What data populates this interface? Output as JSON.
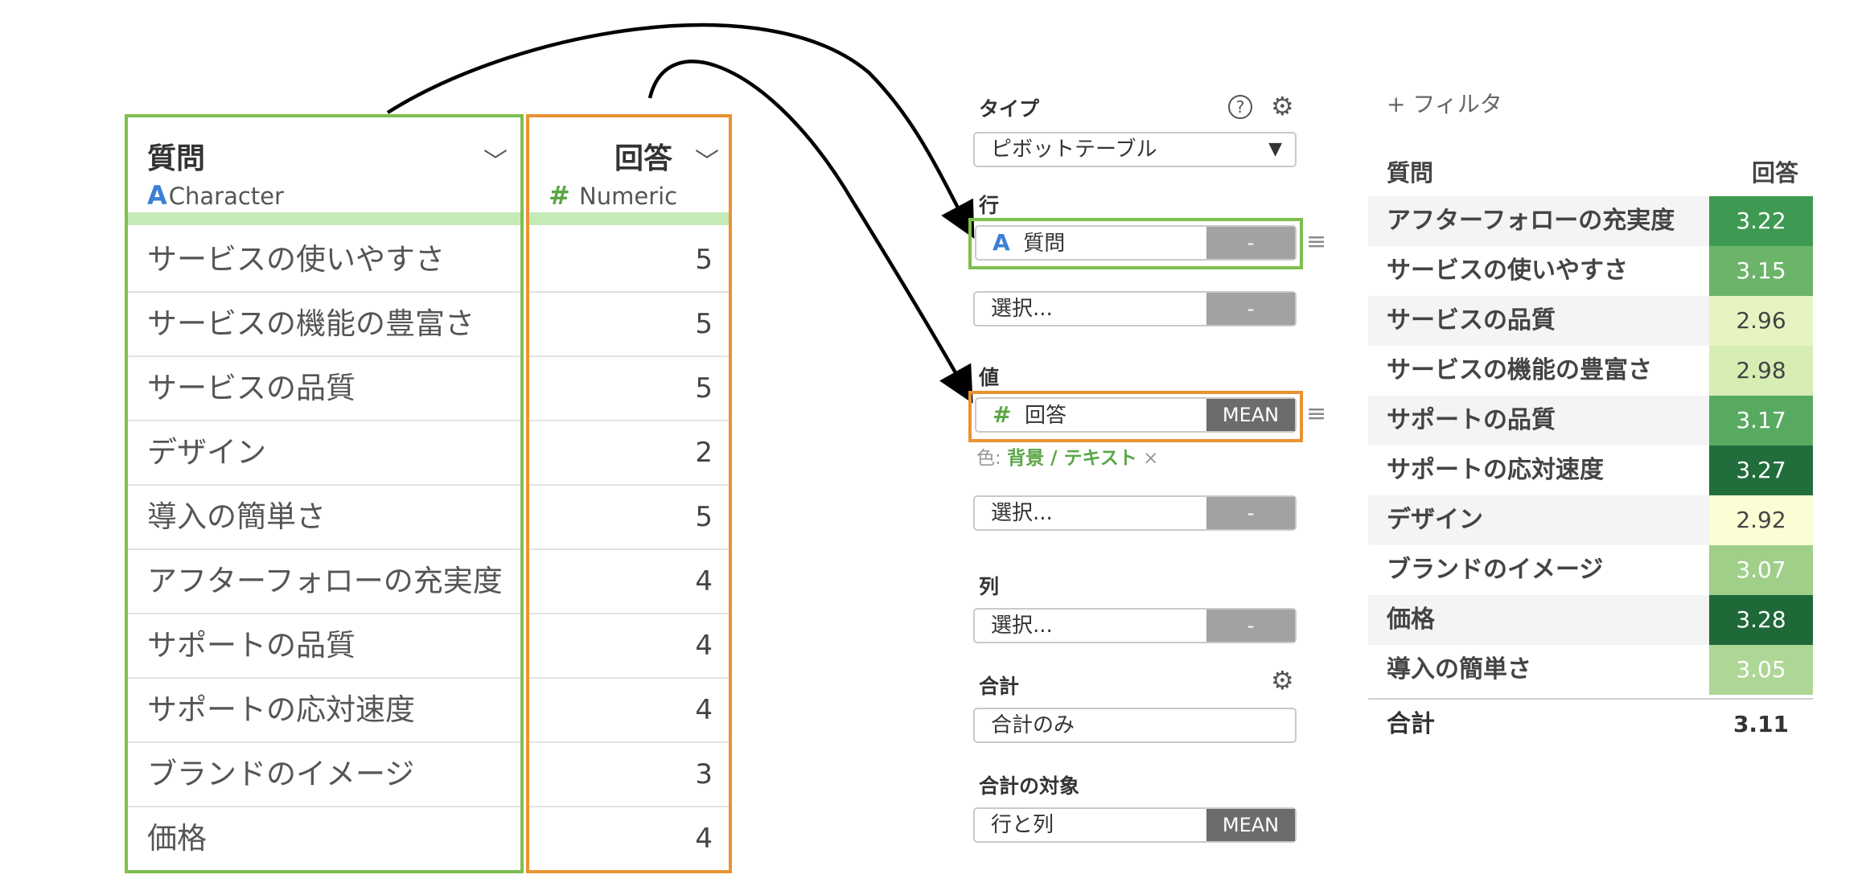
{
  "source_table": {
    "question_column": {
      "title": "質問",
      "type_glyph": "A",
      "type_label": "Character"
    },
    "answer_column": {
      "title": "回答",
      "type_glyph": "#",
      "type_label": "Numeric"
    },
    "rows": [
      {
        "question": "サービスの使いやすさ",
        "answer": "5"
      },
      {
        "question": "サービスの機能の豊富さ",
        "answer": "5"
      },
      {
        "question": "サービスの品質",
        "answer": "5"
      },
      {
        "question": "デザイン",
        "answer": "2"
      },
      {
        "question": "導入の簡単さ",
        "answer": "5"
      },
      {
        "question": "アフターフォローの充実度",
        "answer": "4"
      },
      {
        "question": "サポートの品質",
        "answer": "4"
      },
      {
        "question": "サポートの応対速度",
        "answer": "4"
      },
      {
        "question": "ブランドのイメージ",
        "answer": "3"
      },
      {
        "question": "価格",
        "answer": "4"
      }
    ],
    "chevron": "﹀"
  },
  "settings": {
    "type_label": "タイプ",
    "help_icon": "?",
    "type_value": "ピボットテーブル",
    "rows_label": "行",
    "row_field": {
      "glyph": "A",
      "name": "質問",
      "tag": "-"
    },
    "row_select": {
      "placeholder": "選択...",
      "tag": "-"
    },
    "values_label": "値",
    "value_field": {
      "glyph": "#",
      "name": "回答",
      "tag": "MEAN"
    },
    "color_prefix": "色: ",
    "color_value": "背景 / テキスト",
    "color_remove": "×",
    "value_select": {
      "placeholder": "選択...",
      "tag": "-"
    },
    "columns_label": "列",
    "column_select": {
      "placeholder": "選択...",
      "tag": "-"
    },
    "total_label": "合計",
    "total_value": "合計のみ",
    "total_target_label": "合計の対象",
    "total_target_value": "行と列",
    "total_target_tag": "MEAN"
  },
  "pivot": {
    "filter_label": "+ フィルタ",
    "header_question": "質問",
    "header_answer": "回答",
    "rows": [
      {
        "question": "アフターフォローの充実度",
        "value": "3.22",
        "bg": "#3e9a52",
        "fg": "#ffffff"
      },
      {
        "question": "サービスの使いやすさ",
        "value": "3.15",
        "bg": "#6cb46a",
        "fg": "#ffffff"
      },
      {
        "question": "サービスの品質",
        "value": "2.96",
        "bg": "#e6f4c2",
        "fg": "#444444"
      },
      {
        "question": "サービスの機能の豊富さ",
        "value": "2.98",
        "bg": "#d6edb3",
        "fg": "#444444"
      },
      {
        "question": "サポートの品質",
        "value": "3.17",
        "bg": "#58aa60",
        "fg": "#ffffff"
      },
      {
        "question": "サポートの応対速度",
        "value": "3.27",
        "bg": "#226d3c",
        "fg": "#ffffff"
      },
      {
        "question": "デザイン",
        "value": "2.92",
        "bg": "#fbfdd4",
        "fg": "#444444"
      },
      {
        "question": "ブランドのイメージ",
        "value": "3.07",
        "bg": "#9fcf89",
        "fg": "#ffffff"
      },
      {
        "question": "価格",
        "value": "3.28",
        "bg": "#1f6838",
        "fg": "#ffffff"
      },
      {
        "question": "導入の簡単さ",
        "value": "3.05",
        "bg": "#aed796",
        "fg": "#ffffff"
      }
    ],
    "total_label": "合計",
    "total_value": "3.11"
  },
  "colors": {
    "green_highlight": "#7dbf4d",
    "orange_highlight": "#ea9232",
    "character_glyph": "#3b7fd6",
    "numeric_glyph": "#5aa646"
  }
}
